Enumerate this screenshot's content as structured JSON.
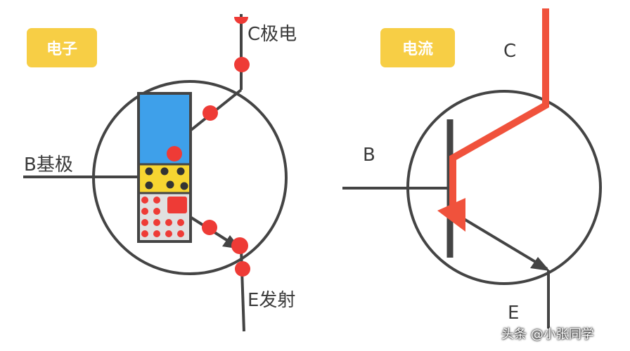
{
  "left_panel": {
    "badge": "电子",
    "collector_label": "C极电",
    "base_label": "B基极",
    "emitter_label": "E发射"
  },
  "right_panel": {
    "badge": "电流",
    "collector_label": "C",
    "base_label": "B",
    "emitter_label": "E"
  },
  "watermark": "头条 @小张同学",
  "colors": {
    "outline": "#444444",
    "badge": "#f7ce45",
    "electron": "#ee3b36",
    "current": "#f0523c",
    "n_region": "#3ea0ea",
    "p_region": "#f7d531",
    "hole": "#333333"
  }
}
